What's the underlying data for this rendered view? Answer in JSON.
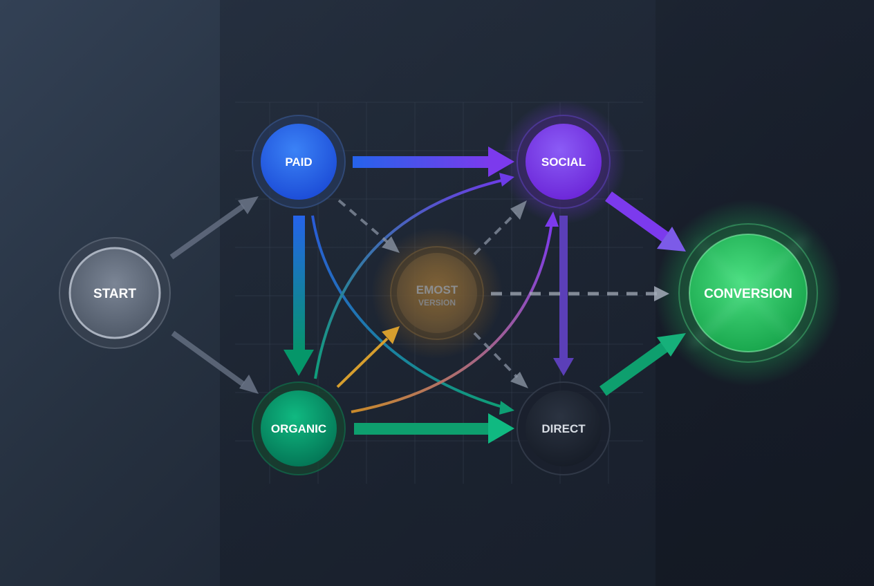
{
  "nodes": {
    "start": {
      "label": "START"
    },
    "paid": {
      "label": "PAID"
    },
    "social": {
      "label": "SOCIAL"
    },
    "emost": {
      "label": "EMOST",
      "sublabel": "VERSION"
    },
    "organic": {
      "label": "ORGANIC"
    },
    "direct": {
      "label": "DIRECT"
    },
    "conversion": {
      "label": "CONVERSION"
    }
  },
  "colors": {
    "paid": "#2563eb",
    "social": "#7c3aed",
    "organic": "#059669",
    "conversion": "#22c55e",
    "emost": "#b7791f",
    "start": "#64748b",
    "direct": "#1e2533"
  }
}
